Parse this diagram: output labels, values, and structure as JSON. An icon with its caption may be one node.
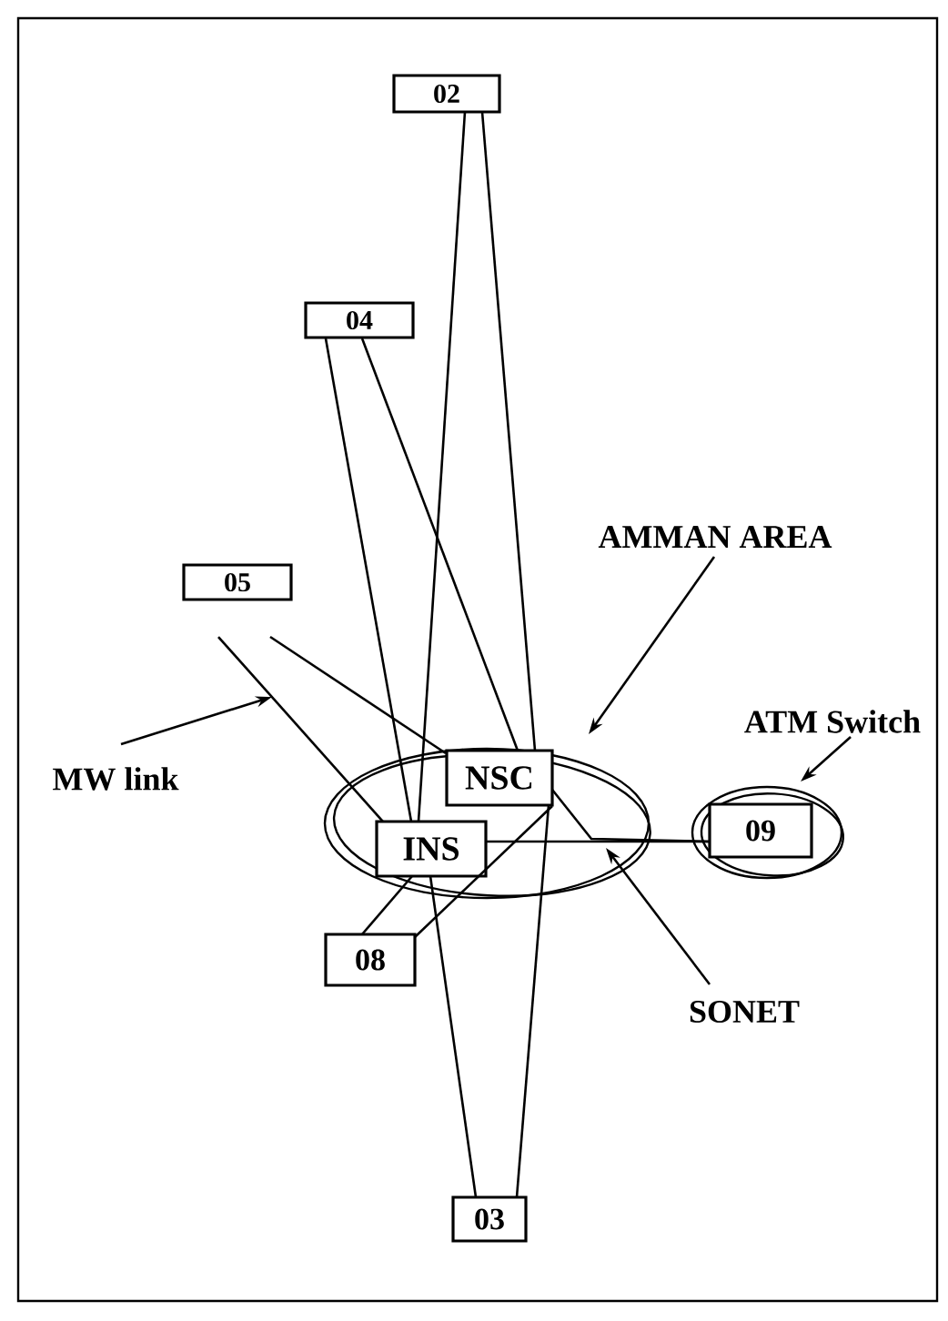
{
  "diagram": {
    "nodes": [
      {
        "text": [
          "02"
        ]
      },
      {
        "text": [
          "04"
        ]
      },
      {
        "text": [
          "AMMAN AREA"
        ]
      },
      {
        "text": [
          "05"
        ]
      },
      {
        "text": [
          "ATM Switch"
        ]
      },
      {
        "text": [
          "MW link"
        ]
      },
      {
        "text": [],
        "shape": "ellipse"
      },
      {
        "text": [
          "NSC"
        ],
        "in": 6
      },
      {
        "text": [
          "INS"
        ],
        "in": 6
      },
      {
        "text": [],
        "shape": "ellipse"
      },
      {
        "text": [
          "09"
        ],
        "in": 9
      },
      {
        "text": [
          "08"
        ]
      },
      {
        "text": [
          "SONET"
        ]
      },
      {
        "text": [
          "03"
        ]
      }
    ],
    "edges": [
      {
        "from": 0,
        "to": 8,
        "arrow": "none"
      },
      {
        "from": 0,
        "to": 7,
        "arrow": "none"
      },
      {
        "from": 1,
        "to": 8,
        "arrow": "none"
      },
      {
        "from": 1,
        "to": 7,
        "arrow": "none"
      },
      {
        "from": 3,
        "to": 8,
        "arrow": "none"
      },
      {
        "from": 3,
        "to": 7,
        "arrow": "none"
      },
      {
        "from": 8,
        "to": 10,
        "arrow": "none"
      },
      {
        "from": 7,
        "to": 10,
        "arrow": "none"
      },
      {
        "from": 8,
        "to": 11,
        "arrow": "none"
      },
      {
        "from": 7,
        "to": 11,
        "arrow": "none"
      },
      {
        "from": 8,
        "to": 13,
        "arrow": "none"
      },
      {
        "from": 7,
        "to": 13,
        "arrow": "none"
      },
      {
        "from": 2,
        "to": 6,
        "arrow": "to"
      },
      {
        "from": 4,
        "to": 9,
        "arrow": "to"
      },
      {
        "from": 5,
        "to": null,
        "arrow": "to"
      },
      {
        "from": 12,
        "to": 6,
        "arrow": "to"
      }
    ]
  }
}
